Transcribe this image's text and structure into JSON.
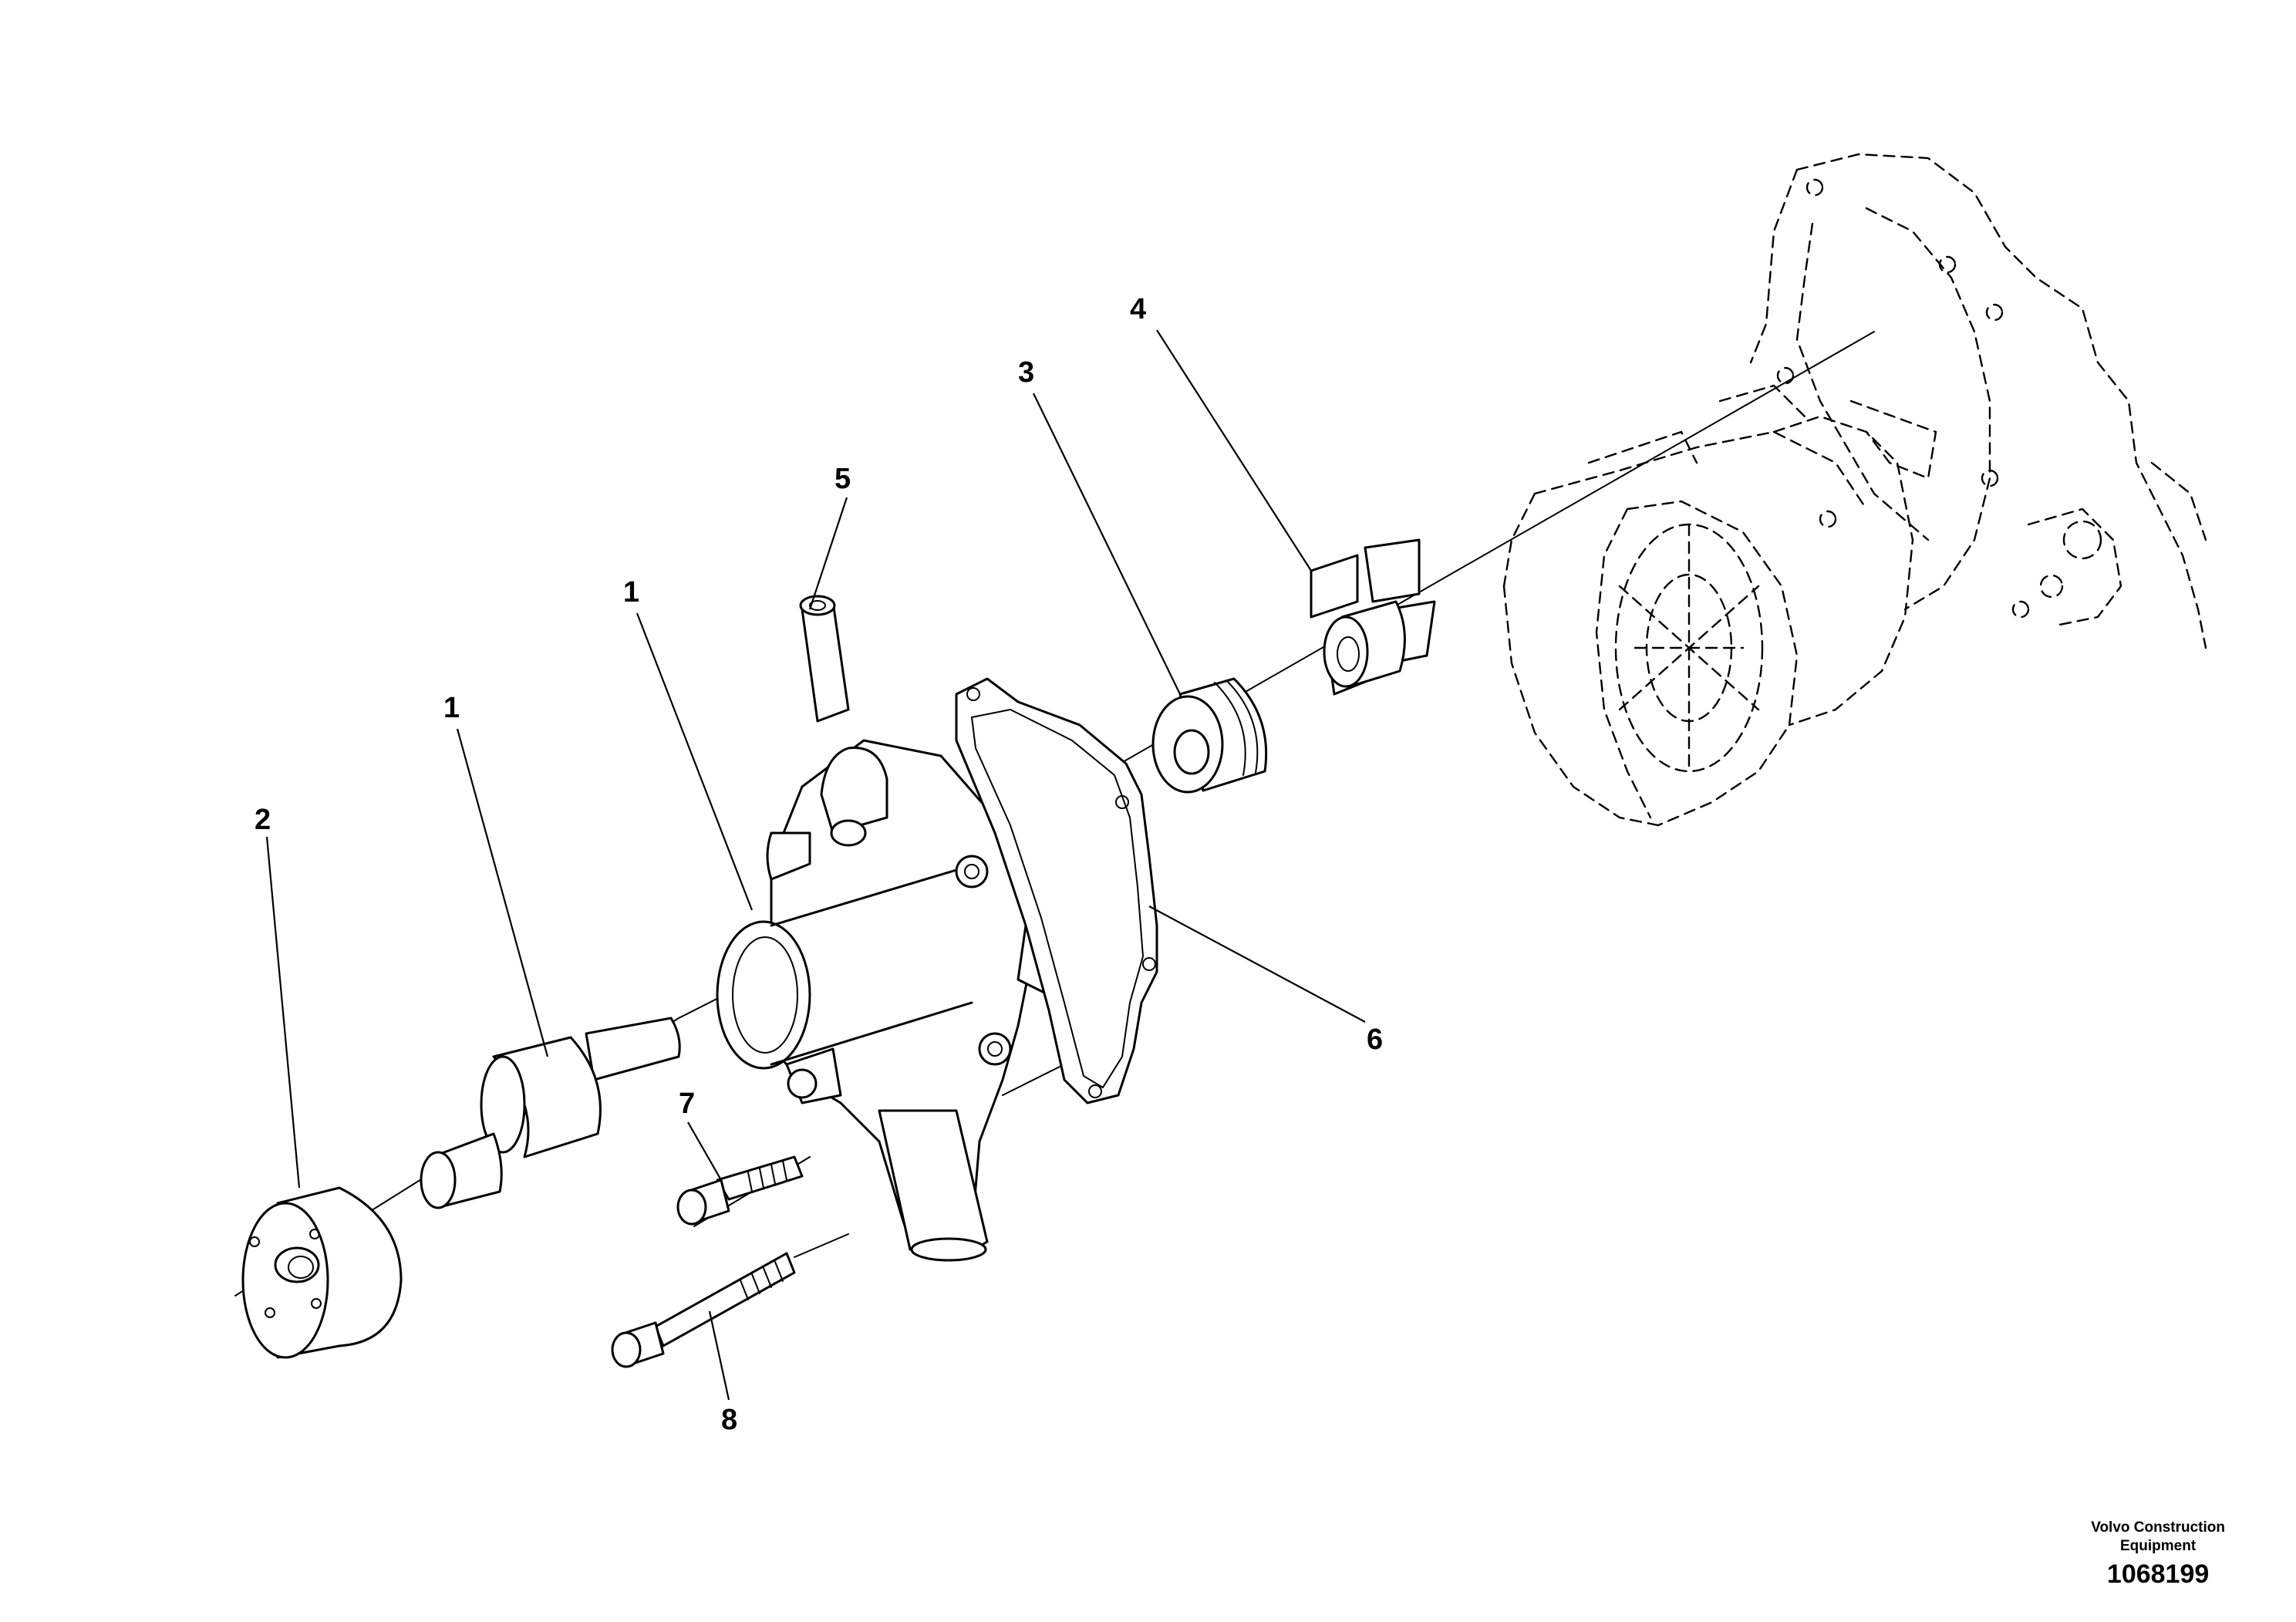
{
  "callouts": {
    "c1a": "1",
    "c1b": "1",
    "c2": "2",
    "c3": "3",
    "c4": "4",
    "c5": "5",
    "c6": "6",
    "c7": "7",
    "c8": "8"
  },
  "credit": {
    "company_line1": "Volvo Construction",
    "company_line2": "Equipment",
    "drawing_number": "1068199"
  }
}
